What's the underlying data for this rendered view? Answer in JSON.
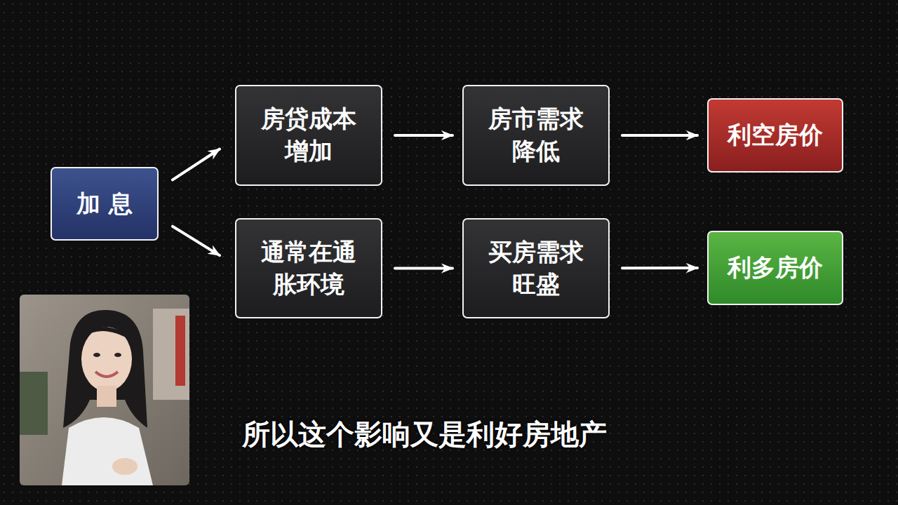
{
  "diagram": {
    "caption": "所以这个影响又是利好房地产",
    "nodes": [
      {
        "text": [
          "加 息"
        ]
      },
      {
        "text": [
          "房贷成本 增加"
        ]
      },
      {
        "text": [
          "房市需求 降低"
        ]
      },
      {
        "text": [
          "利空房价"
        ]
      },
      {
        "text": [
          "通常在通 胀环境"
        ]
      },
      {
        "text": [
          "买房需求 旺盛"
        ]
      },
      {
        "text": [
          "利多房价"
        ]
      }
    ],
    "edges": [
      {
        "from": 0,
        "to": 1,
        "arrow": "to"
      },
      {
        "from": 1,
        "to": 2,
        "arrow": "to"
      },
      {
        "from": 2,
        "to": 3,
        "arrow": "to"
      },
      {
        "from": 0,
        "to": 4,
        "arrow": "to"
      },
      {
        "from": 4,
        "to": 5,
        "arrow": "to"
      },
      {
        "from": 5,
        "to": 6,
        "arrow": "to"
      }
    ]
  }
}
